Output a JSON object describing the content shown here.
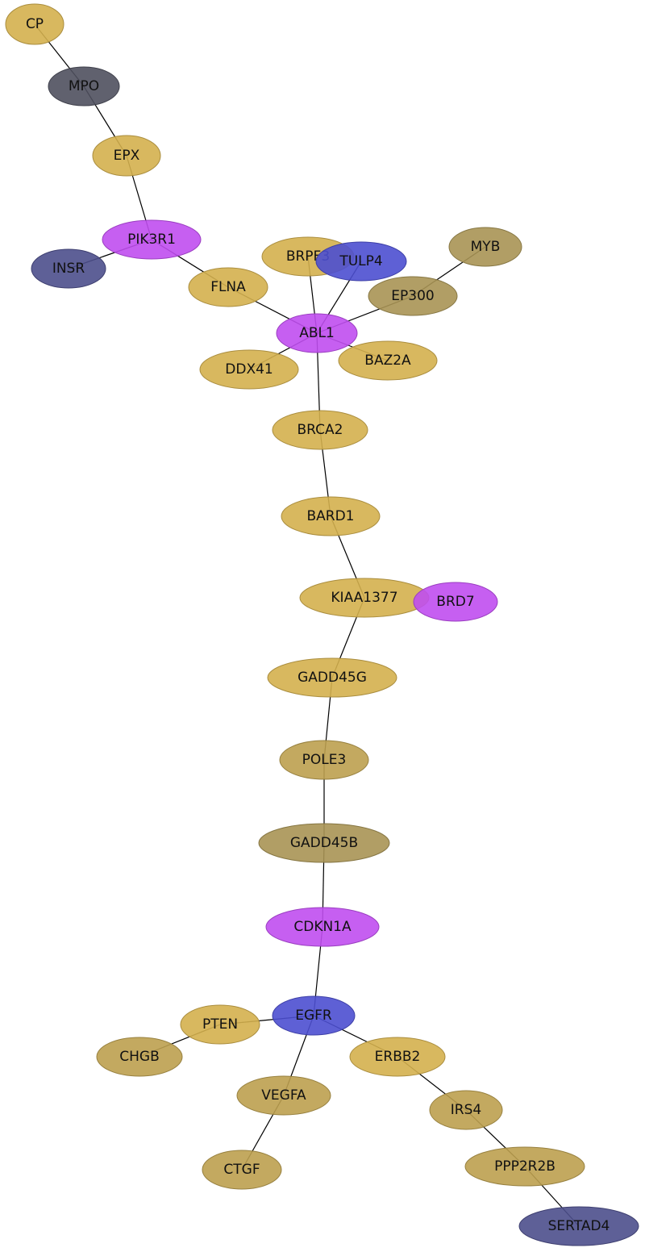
{
  "colors": {
    "gold": "#d4b04e",
    "gold_dark": "#bda04f",
    "olive": "#a89354",
    "purple": "#c04ef0",
    "blue": "#4c4fd0",
    "navy": "#4d4f8c",
    "slate": "#4f505e",
    "edge": "#000000"
  },
  "nodes": [
    {
      "id": "CP",
      "label": "CP",
      "color": "gold"
    },
    {
      "id": "MPO",
      "label": "MPO",
      "color": "slate"
    },
    {
      "id": "EPX",
      "label": "EPX",
      "color": "gold"
    },
    {
      "id": "PIK3R1",
      "label": "PIK3R1",
      "color": "purple"
    },
    {
      "id": "INSR",
      "label": "INSR",
      "color": "navy"
    },
    {
      "id": "FLNA",
      "label": "FLNA",
      "color": "gold"
    },
    {
      "id": "BRPF3",
      "label": "BRPF3",
      "color": "gold"
    },
    {
      "id": "TULP4",
      "label": "TULP4",
      "color": "blue"
    },
    {
      "id": "MYB",
      "label": "MYB",
      "color": "olive"
    },
    {
      "id": "EP300",
      "label": "EP300",
      "color": "olive"
    },
    {
      "id": "ABL1",
      "label": "ABL1",
      "color": "purple"
    },
    {
      "id": "DDX41",
      "label": "DDX41",
      "color": "gold"
    },
    {
      "id": "BAZ2A",
      "label": "BAZ2A",
      "color": "gold"
    },
    {
      "id": "BRCA2",
      "label": "BRCA2",
      "color": "gold"
    },
    {
      "id": "BARD1",
      "label": "BARD1",
      "color": "gold"
    },
    {
      "id": "KIAA1377",
      "label": "KIAA1377",
      "color": "gold"
    },
    {
      "id": "BRD7",
      "label": "BRD7",
      "color": "purple"
    },
    {
      "id": "GADD45G",
      "label": "GADD45G",
      "color": "gold"
    },
    {
      "id": "POLE3",
      "label": "POLE3",
      "color": "gold_dark"
    },
    {
      "id": "GADD45B",
      "label": "GADD45B",
      "color": "olive"
    },
    {
      "id": "CDKN1A",
      "label": "CDKN1A",
      "color": "purple"
    },
    {
      "id": "EGFR",
      "label": "EGFR",
      "color": "blue"
    },
    {
      "id": "PTEN",
      "label": "PTEN",
      "color": "gold"
    },
    {
      "id": "CHGB",
      "label": "CHGB",
      "color": "gold_dark"
    },
    {
      "id": "ERBB2",
      "label": "ERBB2",
      "color": "gold"
    },
    {
      "id": "VEGFA",
      "label": "VEGFA",
      "color": "gold_dark"
    },
    {
      "id": "IRS4",
      "label": "IRS4",
      "color": "gold_dark"
    },
    {
      "id": "CTGF",
      "label": "CTGF",
      "color": "gold_dark"
    },
    {
      "id": "PPP2R2B",
      "label": "PPP2R2B",
      "color": "gold_dark"
    },
    {
      "id": "SERTAD4",
      "label": "SERTAD4",
      "color": "navy"
    }
  ],
  "edges": [
    [
      "CP",
      "MPO"
    ],
    [
      "MPO",
      "EPX"
    ],
    [
      "EPX",
      "PIK3R1"
    ],
    [
      "PIK3R1",
      "INSR"
    ],
    [
      "PIK3R1",
      "FLNA"
    ],
    [
      "FLNA",
      "ABL1"
    ],
    [
      "BRPF3",
      "ABL1"
    ],
    [
      "TULP4",
      "ABL1"
    ],
    [
      "EP300",
      "ABL1"
    ],
    [
      "MYB",
      "EP300"
    ],
    [
      "ABL1",
      "DDX41"
    ],
    [
      "ABL1",
      "BAZ2A"
    ],
    [
      "ABL1",
      "BRCA2"
    ],
    [
      "BRCA2",
      "BARD1"
    ],
    [
      "BARD1",
      "KIAA1377"
    ],
    [
      "KIAA1377",
      "GADD45G"
    ],
    [
      "GADD45G",
      "POLE3"
    ],
    [
      "POLE3",
      "GADD45B"
    ],
    [
      "GADD45B",
      "CDKN1A"
    ],
    [
      "CDKN1A",
      "EGFR"
    ],
    [
      "EGFR",
      "PTEN"
    ],
    [
      "PTEN",
      "CHGB"
    ],
    [
      "EGFR",
      "ERBB2"
    ],
    [
      "EGFR",
      "VEGFA"
    ],
    [
      "VEGFA",
      "CTGF"
    ],
    [
      "ERBB2",
      "IRS4"
    ],
    [
      "IRS4",
      "PPP2R2B"
    ],
    [
      "PPP2R2B",
      "SERTAD4"
    ]
  ]
}
